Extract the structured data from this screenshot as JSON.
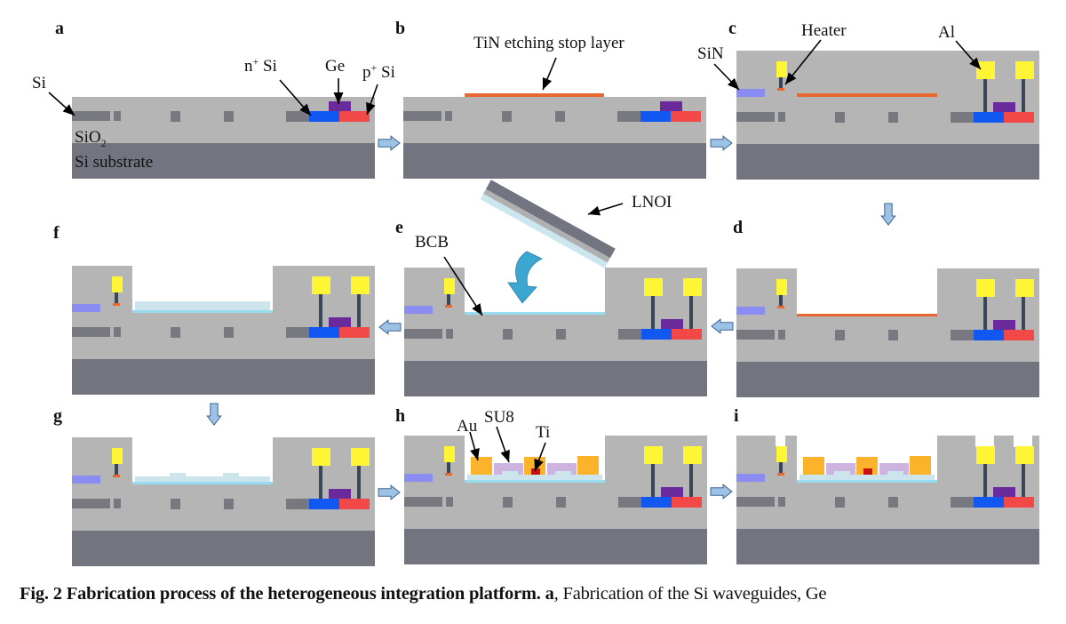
{
  "figure": {
    "title": "Fabrication process of the heterogeneous integration platform",
    "colors": {
      "oxide": "#b5b5b5",
      "substrate": "#727480",
      "si_waveguide": "#787880",
      "n_plus_si": "#1158f2",
      "p_plus_si": "#f24848",
      "ge": "#6b2a9c",
      "tin": "#e9682f",
      "sin": "#8b8cf2",
      "al_pad": "#fef534",
      "via": "#3b4756",
      "heater": "#e9682f",
      "bcb": "#98dcef",
      "ln_film": "#cce4ec",
      "su8": "#cdb3df",
      "au": "#fcb32c",
      "ti": "#c8110f",
      "lnoi_top": "#727480",
      "lnoi_mid": "#b0b0b0",
      "lnoi_bottom": "#cbe6ef",
      "arrow_fill": "#9cc3e6",
      "arrow_stroke": "#41658d",
      "bond_arrow": "#3ba7d1"
    },
    "panels": [
      {
        "id": "a",
        "label": "a",
        "stage": "si-ge",
        "annotations": [
          {
            "key": "si",
            "text": "Si"
          },
          {
            "key": "sio2",
            "text": "SiO",
            "sub": "2"
          },
          {
            "key": "substrate",
            "text": "Si substrate"
          },
          {
            "key": "nsi",
            "text": "n",
            "sup": "+",
            "rest": " Si"
          },
          {
            "key": "ge",
            "text": "Ge"
          },
          {
            "key": "psi",
            "text": "p",
            "sup": "+",
            "rest": " Si"
          }
        ]
      },
      {
        "id": "b",
        "label": "b",
        "stage": "tin",
        "annotations": [
          {
            "key": "tin",
            "text": "TiN etching stop layer"
          }
        ]
      },
      {
        "id": "c",
        "label": "c",
        "stage": "metal",
        "annotations": [
          {
            "key": "sin",
            "text": "SiN"
          },
          {
            "key": "heater",
            "text": "Heater"
          },
          {
            "key": "al",
            "text": "Al"
          }
        ]
      },
      {
        "id": "d",
        "label": "d",
        "stage": "trench",
        "annotations": []
      },
      {
        "id": "e",
        "label": "e",
        "stage": "bcb",
        "annotations": [
          {
            "key": "bcb",
            "text": "BCB"
          },
          {
            "key": "lnoi",
            "text": "LNOI"
          }
        ]
      },
      {
        "id": "f",
        "label": "f",
        "stage": "bonded",
        "annotations": []
      },
      {
        "id": "g",
        "label": "g",
        "stage": "ridge",
        "annotations": []
      },
      {
        "id": "h",
        "label": "h",
        "stage": "electrodes",
        "annotations": [
          {
            "key": "au",
            "text": "Au"
          },
          {
            "key": "su8",
            "text": "SU8"
          },
          {
            "key": "ti",
            "text": "Ti"
          }
        ]
      },
      {
        "id": "i",
        "label": "i",
        "stage": "opened",
        "annotations": []
      }
    ],
    "flow": [
      "a",
      "b",
      "c",
      "d",
      "e",
      "f",
      "g",
      "h",
      "i"
    ]
  },
  "caption": {
    "bold": "Fig. 2 Fabrication process of the heterogeneous integration platform. a",
    "normal": ", Fabrication of the Si waveguides, Ge"
  }
}
